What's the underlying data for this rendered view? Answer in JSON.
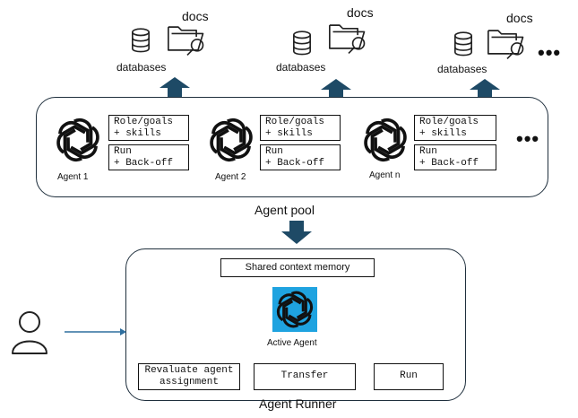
{
  "resource_groups": [
    {
      "databases_label": "databases",
      "docs_label": "docs"
    },
    {
      "databases_label": "databases",
      "docs_label": "docs"
    },
    {
      "databases_label": "databases",
      "docs_label": "docs"
    }
  ],
  "resources_more": "•••",
  "agent_pool": {
    "title": "Agent pool",
    "agents": [
      {
        "name": "Agent 1",
        "role_box": "Role/goals\n+ skills",
        "run_box": "Run\n+ Back-off"
      },
      {
        "name": "Agent 2",
        "role_box": "Role/goals\n+ skills",
        "run_box": "Run\n+ Back-off"
      },
      {
        "name": "Agent n",
        "role_box": "Role/goals\n+ skills",
        "run_box": "Run\n+ Back-off"
      }
    ],
    "more": "•••"
  },
  "agent_runner": {
    "title": "Agent Runner",
    "shared_memory": "Shared context memory",
    "active_agent": "Active Agent",
    "buttons": {
      "revaluate": "Revaluate agent\nassignment",
      "transfer": "Transfer",
      "run": "Run"
    }
  },
  "colors": {
    "arrow": "#1e4a66",
    "active_agent_bg": "#1fa3e0",
    "panel_border": "#1f2f3d",
    "connector": "#2e6e9e"
  },
  "icons": [
    "database-icon",
    "folder-search-icon",
    "openai-logo-icon",
    "user-icon"
  ]
}
